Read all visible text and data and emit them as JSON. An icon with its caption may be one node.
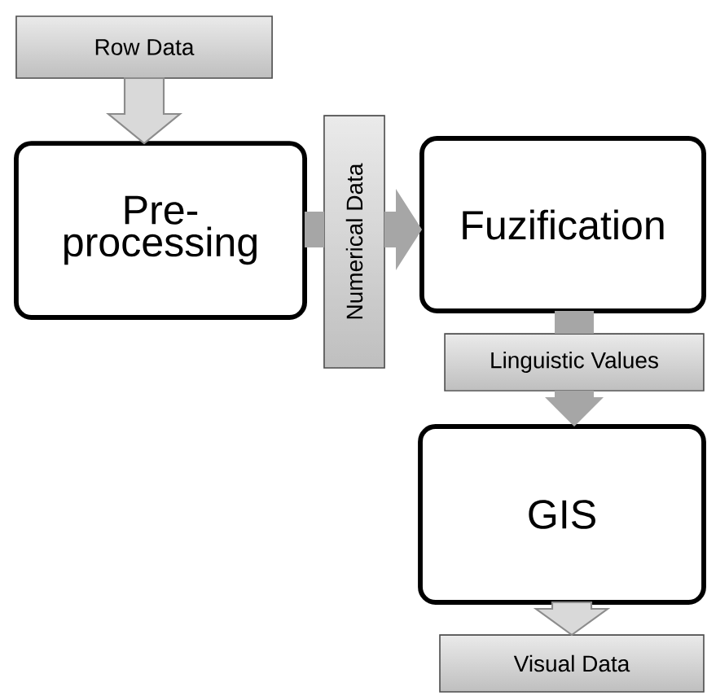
{
  "diagram": {
    "nodes": [
      {
        "text": [
          "Row Data"
        ]
      },
      {
        "text": [
          "Pre- processing"
        ]
      },
      {
        "text": [
          "Numerical Data"
        ]
      },
      {
        "text": [
          "Fuzification"
        ]
      },
      {
        "text": [
          "Linguistic Values"
        ]
      },
      {
        "text": [
          "GIS"
        ]
      },
      {
        "text": [
          "Visual Data"
        ]
      }
    ],
    "edges": [
      {
        "from": 0,
        "to": 1,
        "arrow": "to",
        "color": "#d9d9d9"
      },
      {
        "from": 1,
        "to": 2,
        "arrow": "none"
      },
      {
        "from": 2,
        "to": 3,
        "arrow": "to"
      },
      {
        "from": 3,
        "to": 4,
        "arrow": "none"
      },
      {
        "from": 4,
        "to": 5,
        "arrow": "to"
      },
      {
        "from": 5,
        "to": 6,
        "arrow": "to",
        "color": "#d9d9d9"
      }
    ]
  }
}
